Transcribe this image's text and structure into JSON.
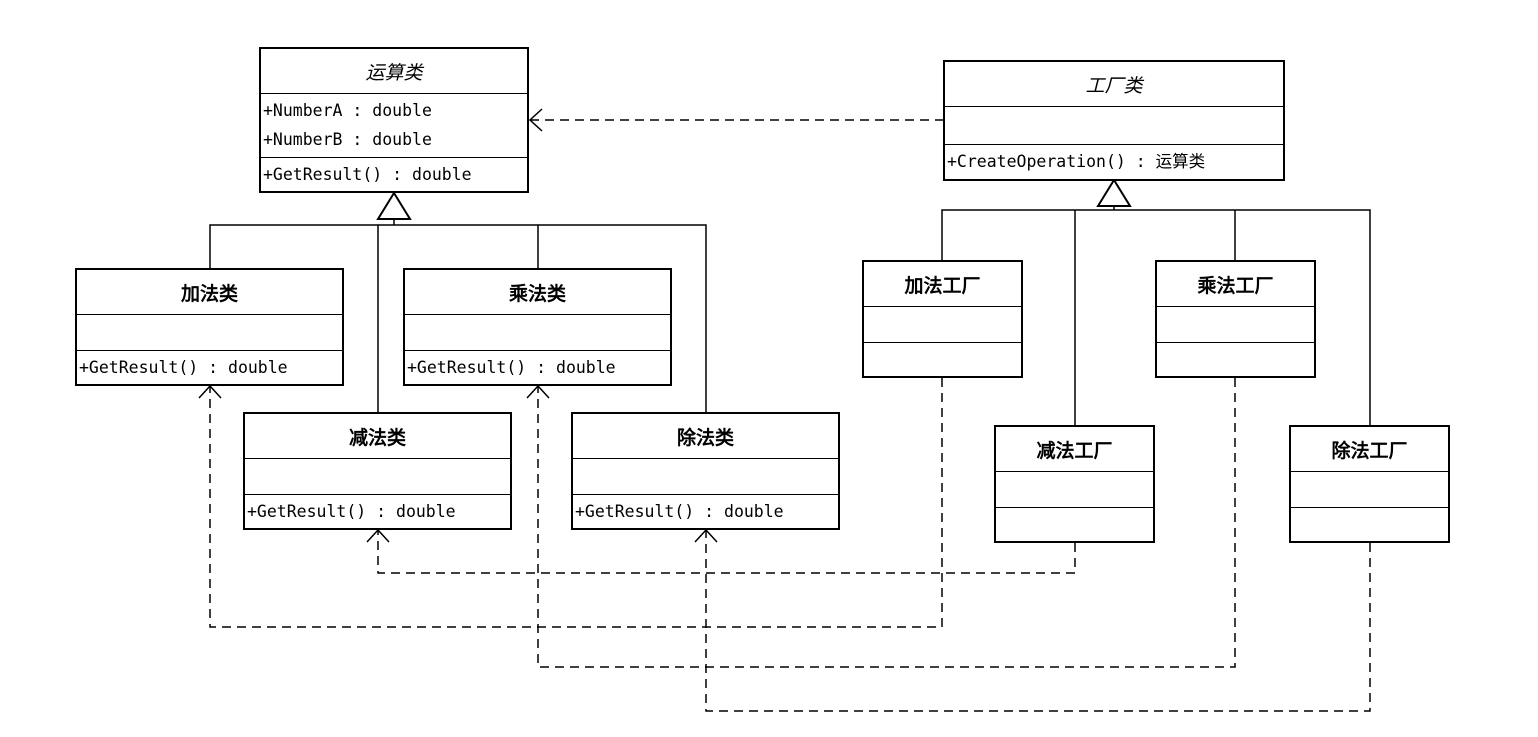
{
  "abstract_product": {
    "name": "运算类",
    "attributes": [
      "+NumberA : double",
      "+NumberB : double"
    ],
    "operations": [
      "+GetResult() : double"
    ]
  },
  "abstract_factory": {
    "name": "工厂类",
    "attributes": [],
    "operations": [
      "+CreateOperation() : 运算类"
    ]
  },
  "products": [
    {
      "name": "加法类",
      "operations": [
        "+GetResult() : double"
      ]
    },
    {
      "name": "乘法类",
      "operations": [
        "+GetResult() : double"
      ]
    },
    {
      "name": "减法类",
      "operations": [
        "+GetResult() : double"
      ]
    },
    {
      "name": "除法类",
      "operations": [
        "+GetResult() : double"
      ]
    }
  ],
  "factories": [
    {
      "name": "加法工厂"
    },
    {
      "name": "乘法工厂"
    },
    {
      "name": "减法工厂"
    },
    {
      "name": "除法工厂"
    }
  ],
  "colors": {
    "line": "#000000",
    "background": "#ffffff"
  }
}
